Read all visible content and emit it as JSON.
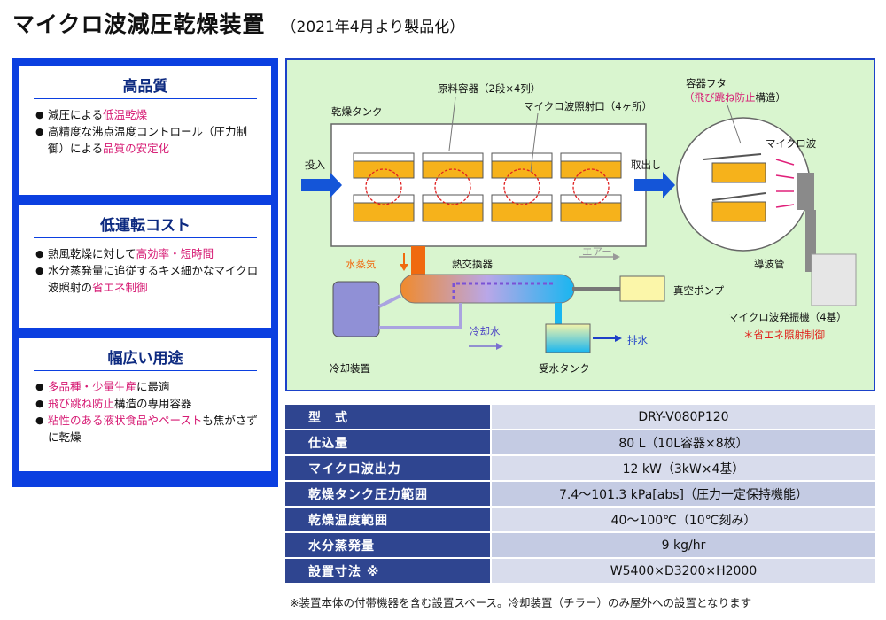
{
  "header": {
    "title": "マイクロ波減圧乾燥装置",
    "subtitle": "（2021年4月より製品化）"
  },
  "features": [
    {
      "heading": "高品質",
      "items": [
        {
          "pre": "減圧による",
          "hl": "低温乾燥",
          "post": ""
        },
        {
          "pre": "高精度な沸点温度コントロール（圧力制御）による",
          "hl": "品質の安定化",
          "post": ""
        }
      ]
    },
    {
      "heading": "低運転コスト",
      "items": [
        {
          "pre": "熱風乾燥に対して",
          "hl": "高効率・短時間",
          "post": ""
        },
        {
          "pre": "水分蒸発量に追従するキメ細かなマイクロ波照射の",
          "hl": "省エネ制御",
          "post": ""
        }
      ]
    },
    {
      "heading": "幅広い用途",
      "items": [
        {
          "pre": "",
          "hl": "多品種・少量生産",
          "post": "に最適"
        },
        {
          "pre": "",
          "hl": "飛び跳ね防止",
          "post": "構造の専用容器"
        },
        {
          "pre": "",
          "hl": "粘性のある液状食品やペースト",
          "post": "も焦がさずに乾燥"
        }
      ]
    }
  ],
  "diagram": {
    "tank": "乾燥タンク",
    "containers": "原料容器（2段×4列）",
    "microwave_port": "マイクロ波照射口（4ヶ所）",
    "lid": "容器フタ",
    "lid_note_hl": "（飛び跳ね防止",
    "lid_note_post": "構造）",
    "microwave": "マイクロ波",
    "input": "投入",
    "output": "取出し",
    "steam": "水蒸気",
    "heat_exchanger": "熱交換器",
    "air": "エアー",
    "vacuum_pump": "真空ポンプ",
    "waveguide": "導波管",
    "generator": "マイクロ波発振機（4基）",
    "energy_note": "＊省エネ照射制御",
    "cooling_water": "冷却水",
    "drain": "排水",
    "cooler": "冷却装置",
    "receiver": "受水タンク"
  },
  "spec": [
    {
      "k": "型　式",
      "v": "DRY-V080P120"
    },
    {
      "k": "仕込量",
      "v": "80 L（10L容器×8枚）"
    },
    {
      "k": "マイクロ波出力",
      "v": "12 kW（3kW×4基）"
    },
    {
      "k": "乾燥タンク圧力範囲",
      "v": "7.4〜101.3 kPa[abs]（圧力一定保持機能）"
    },
    {
      "k": "乾燥温度範囲",
      "v": "40〜100℃（10℃刻み）"
    },
    {
      "k": "水分蒸発量",
      "v": "9 kg/hr"
    },
    {
      "k": "設置寸法 ※",
      "v": "W5400×D3200×H2000"
    }
  ],
  "footnote": "※装置本体の付帯機器を含む設置スペース。冷却装置（チラー）のみ屋外への設置となります",
  "colors": {
    "accent_blue": "#0b3fe0",
    "highlight_pink": "#d61a73",
    "diagram_bg": "#d9f5cf",
    "table_key": "#2f4590"
  }
}
